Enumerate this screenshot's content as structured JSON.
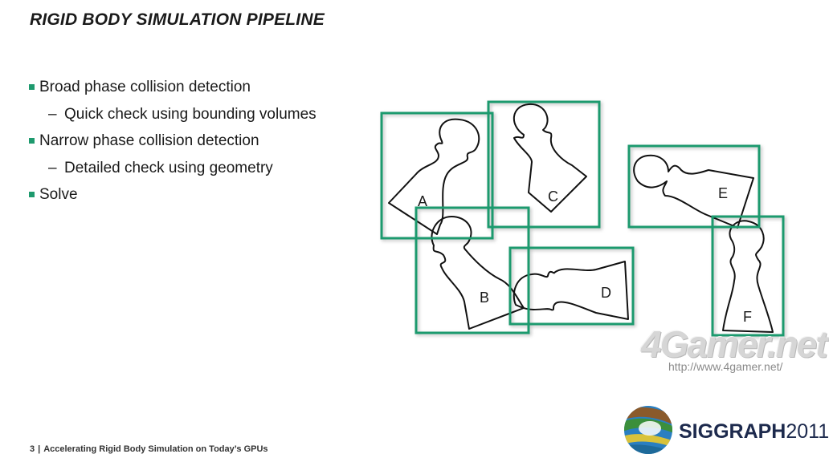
{
  "slide": {
    "title": "RIGID BODY SIMULATION PIPELINE",
    "bullets": [
      {
        "level": 1,
        "text": "Broad phase collision detection"
      },
      {
        "level": 2,
        "text": "Quick check using bounding volumes"
      },
      {
        "level": 1,
        "text": "Narrow phase collision detection"
      },
      {
        "level": 2,
        "text": "Detailed check using geometry"
      },
      {
        "level": 1,
        "text": "Solve"
      }
    ],
    "level2_marker": "–"
  },
  "diagram": {
    "bodies": [
      {
        "label": "A"
      },
      {
        "label": "B"
      },
      {
        "label": "C"
      },
      {
        "label": "D"
      },
      {
        "label": "E"
      },
      {
        "label": "F"
      }
    ],
    "box_color": "#1e9a6e",
    "outline_color": "#111111"
  },
  "watermark": {
    "brand": "4Gamer.net",
    "url": "http://www.4gamer.net/"
  },
  "footer": {
    "page_number": "3",
    "separator": "|",
    "text": "Accelerating Rigid Body Simulation on Today’s GPUs"
  },
  "branding": {
    "logo_strong": "SIGGRAPH",
    "logo_year": "2011",
    "colors": {
      "navy": "#1d2a4d",
      "green": "#3b8f3b",
      "blue": "#2a7fc1",
      "brown": "#8a5a2b"
    }
  }
}
